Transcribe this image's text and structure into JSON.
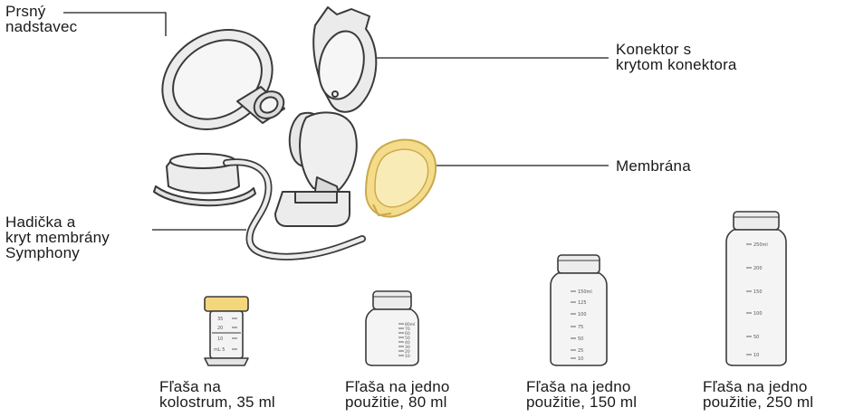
{
  "colors": {
    "outline": "#3a3a3a",
    "part_fill": "#e9e9e9",
    "part_shade": "#d6d6d6",
    "membrane_fill": "#f7e7a3",
    "membrane_edge": "#efd27a",
    "cap_yellow": "#f4d67c",
    "leader_line": "#1a1a1a"
  },
  "labels": {
    "breast_shield": [
      "Prsný",
      "nadstavec"
    ],
    "connector": [
      "Konektor s",
      "krytom konektora"
    ],
    "membrane": [
      "Membrána"
    ],
    "tubing": [
      "Hadička a",
      "kryt membrány",
      "Symphony"
    ]
  },
  "bottles": [
    {
      "icon": "colostrum-bottle-icon",
      "label": [
        "Fľaša na",
        "kolostrum, 35 ml"
      ],
      "marks": [
        "35",
        "20",
        "10",
        "mL 5"
      ]
    },
    {
      "icon": "bottle-80ml-icon",
      "label": [
        "Fľaša na jedno",
        "použitie, 80 ml"
      ],
      "marks": [
        "80ml",
        "70",
        "60",
        "50",
        "40",
        "30",
        "20",
        "10"
      ]
    },
    {
      "icon": "bottle-150ml-icon",
      "label": [
        "Fľaša na jedno",
        "použitie, 150 ml"
      ],
      "marks": [
        "150ml",
        "125",
        "100",
        "75",
        "50",
        "25",
        "10"
      ]
    },
    {
      "icon": "bottle-250ml-icon",
      "label": [
        "Fľaša na jedno",
        "použitie, 250 ml"
      ],
      "marks": [
        "250ml",
        "200",
        "150",
        "100",
        "50",
        "10"
      ]
    }
  ]
}
